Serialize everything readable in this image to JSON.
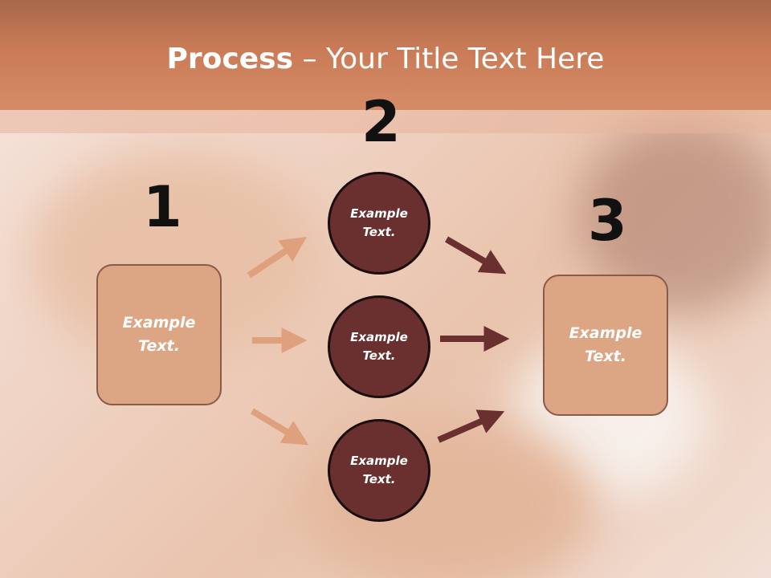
{
  "title": {
    "bold": "Process",
    "rest": " – Your Title Text Here"
  },
  "steps": {
    "one": {
      "number": "1",
      "box_text": "Example\nText."
    },
    "two": {
      "number": "2",
      "circles": [
        "Example\nText.",
        "Example\nText.",
        "Example\nText."
      ]
    },
    "three": {
      "number": "3",
      "box_text": "Example\nText."
    }
  },
  "colors": {
    "header": "#c97b56",
    "box_fill": "#dca584",
    "circle_fill": "#6a3030",
    "arrow_light": "#dfa07e",
    "arrow_dark": "#6a3030"
  }
}
